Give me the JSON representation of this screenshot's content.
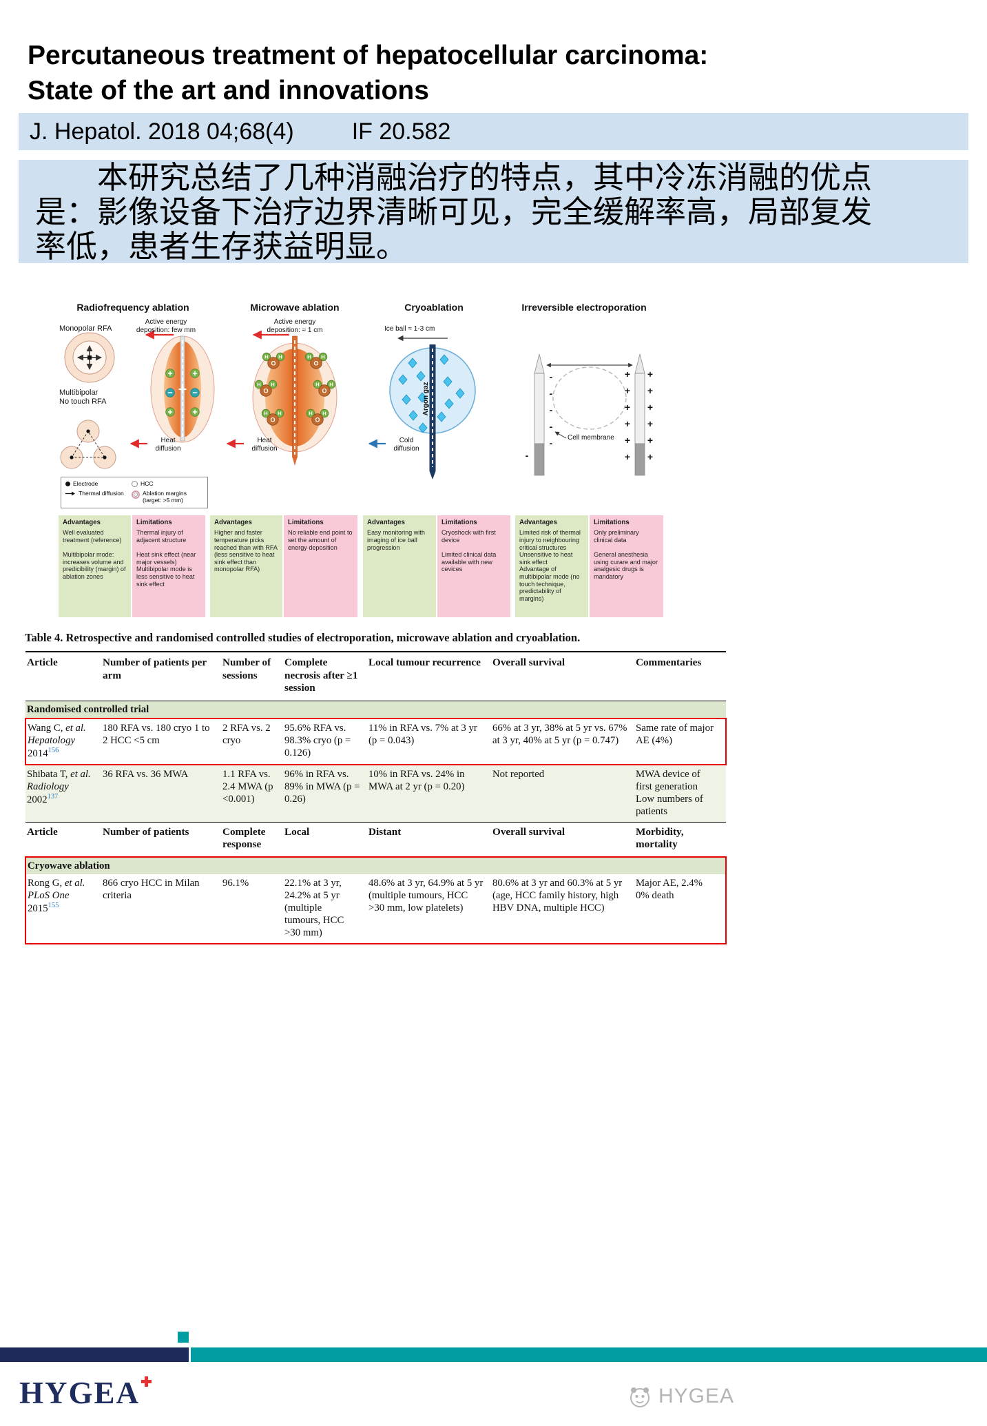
{
  "header": {
    "title": "Percutaneous treatment of hepatocellular carcinoma: State of the art and innovations",
    "journal": "J. Hepatol. 2018 04;68(4)",
    "impact_factor": "IF 20.582",
    "summary_cn": "　　本研究总结了几种消融治疗的特点，其中冷冻消融的优点\n是：影像设备下治疗边界清晰可见，完全缓解率高，局部复发\n率低，患者生存获益明显。"
  },
  "figure": {
    "rfa": {
      "title": "Radiofrequency ablation",
      "monopolar_label": "Monopolar RFA",
      "multibipolar_label": "Multibipolar\nNo touch RFA",
      "energy_label": "Active energy\ndeposition: few mm",
      "heat_label": "Heat\ndiffusion",
      "adv_title": "Advantages",
      "adv_text": "Well evaluated treatment (reference)\n\nMultibipolar mode: increases volume and predicibility (margin) of ablation zones",
      "lim_title": "Limitations",
      "lim_text": "Thermal injury of adjacent structure\n\nHeat sink effect (near major vessels) Multibipolar mode is less sensitive to heat sink effect"
    },
    "mwa": {
      "title": "Microwave ablation",
      "energy_label": "Active energy\ndeposition: ≈ 1 cm",
      "heat_label": "Heat\ndiffusion",
      "molecule_o": "O",
      "molecule_h": "H",
      "adv_title": "Advantages",
      "adv_text": "Higher and faster temperature picks reached than with RFA (less sensitive to heat sink effect than monopolar RFA)",
      "lim_title": "Limitations",
      "lim_text": "No reliable end point to set the amount of energy deposition"
    },
    "cryo": {
      "title": "Cryoablation",
      "iceball_label": "Ice ball ≈ 1-3 cm",
      "argon_label": "Argon gaz",
      "cold_label": "Cold\ndiffusion",
      "adv_title": "Advantages",
      "adv_text": "Easy monitoring with imaging of ice ball progression",
      "lim_title": "Limitations",
      "lim_text": "Cryoshock with first device\n\nLimited clinical data available with new cevices"
    },
    "ire": {
      "title": "Irreversible electroporation",
      "membrane_label": "Cell membrane",
      "plus": "+",
      "minus": "-",
      "adv_title": "Advantages",
      "adv_text": "Limited risk of thermal injury to neighbouring critical structures\nUnsensitive to heat sink effect\nAdvantage of multibipolar mode (no touch technique, predictability of margins)",
      "lim_title": "Limitations",
      "lim_text": "Only preliminary clinical data\n\nGeneral anesthesia using curare and major analgesic drugs is mandatory"
    },
    "legend": {
      "electrode": "Electrode",
      "thermal": "Thermal diffusion",
      "hcc": "HCC",
      "margins": "Ablation margins\n(target: >5 mm)"
    }
  },
  "table": {
    "caption": "Table 4. Retrospective and randomised controlled studies of electroporation, microwave ablation and cryoablation.",
    "header1": [
      "Article",
      "Number of patients per arm",
      "Number of sessions",
      "Complete necrosis after ≥1 session",
      "Local tumour recurrence",
      "Overall survival",
      "Commentaries"
    ],
    "section1": "Randomised controlled trial",
    "header2": [
      "Article",
      "Number of patients",
      "Complete response",
      "Local",
      "Distant",
      "Overall survival",
      "Morbidity, mortality"
    ],
    "section2": "Cryowave ablation",
    "rows": [
      {
        "article": {
          "name": "Wang C, ",
          "etal": "et al.",
          "journal": "Hepatology",
          "year": "2014",
          "ref": "156"
        },
        "cells": [
          "180 RFA vs. 180 cryo 1 to 2 HCC <5 cm",
          "2 RFA vs. 2 cryo",
          "95.6% RFA vs. 98.3% cryo (p = 0.126)",
          "11% in RFA vs. 7% at 3 yr (p = 0.043)",
          "66% at 3 yr, 38% at 5 yr vs. 67% at 3 yr, 40% at 5 yr (p = 0.747)",
          "Same rate of major AE (4%)"
        ]
      },
      {
        "article": {
          "name": "Shibata T, ",
          "etal": "et al.",
          "journal": "Radiology",
          "year": "2002",
          "ref": "137"
        },
        "cells": [
          "36 RFA vs. 36 MWA",
          "1.1 RFA vs. 2.4 MWA (p <0.001)",
          "96% in RFA vs. 89% in MWA (p = 0.26)",
          "10% in RFA vs. 24% in MWA at 2 yr (p = 0.20)",
          "Not reported",
          "MWA device of first generation\nLow numbers of patients"
        ]
      },
      {
        "article": {
          "name": "Rong G, ",
          "etal": "et al.",
          "journal": "PLoS One",
          "year": "2015",
          "ref": "155"
        },
        "cells": [
          "866 cryo HCC in Milan criteria",
          "96.1%",
          "22.1% at 3 yr, 24.2% at 5 yr (multiple tumours, HCC >30 mm)",
          "48.6% at 3 yr, 64.9% at 5 yr (multiple tumours, HCC >30 mm, low platelets)",
          "80.6% at 3 yr and 60.3% at 5 yr (age, HCC family history, high HBV DNA, multiple HCC)",
          "Major AE, 2.4% 0% death"
        ]
      }
    ]
  },
  "footer": {
    "logo_text": "HYGEA",
    "watermark_text": "HYGEA"
  }
}
